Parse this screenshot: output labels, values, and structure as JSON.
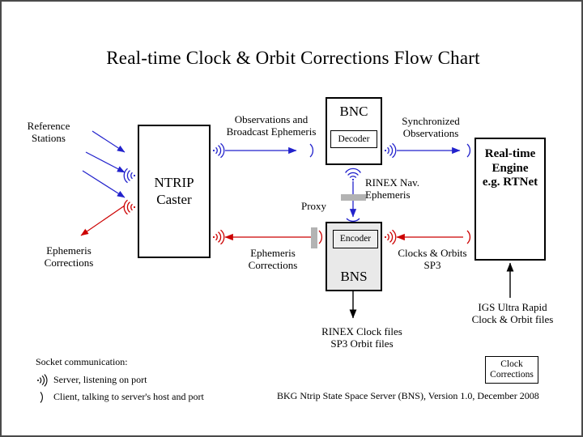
{
  "title": "Real-time Clock & Orbit Corrections Flow Chart",
  "boxes": {
    "ntrip_caster": {
      "line1": "NTRIP",
      "line2": "Caster"
    },
    "bnc": {
      "label": "BNC",
      "sub": "Decoder"
    },
    "bns": {
      "label": "BNS",
      "sub": "Encoder"
    },
    "rte": {
      "line1": "Real-time",
      "line2": "Engine",
      "line3": "e.g. RTNet",
      "sub_line1": "Clock",
      "sub_line2": "Corrections"
    }
  },
  "labels": {
    "reference_stations": {
      "line1": "Reference",
      "line2": "Stations"
    },
    "ephemeris_corrections_left": {
      "line1": "Ephemeris",
      "line2": "Corrections"
    },
    "observations_broadcast": {
      "line1": "Observations and",
      "line2": "Broadcast Ephemeris"
    },
    "synchronized_observations": {
      "line1": "Synchronized",
      "line2": "Observations"
    },
    "rinex_nav_ephemeris": {
      "line1": "RINEX Nav.",
      "line2": "Ephemeris"
    },
    "proxy": "Proxy",
    "ephemeris_corrections_mid": {
      "line1": "Ephemeris",
      "line2": "Corrections"
    },
    "clocks_orbits_sp3": {
      "line1": "Clocks & Orbits",
      "line2": "SP3"
    },
    "rinex_clock_files": {
      "line1": "RINEX Clock files",
      "line2": "SP3 Orbit files"
    },
    "igs_ultra_rapid": {
      "line1": "IGS Ultra Rapid",
      "line2": "Clock & Orbit files"
    }
  },
  "legend": {
    "caption": "Socket communication:",
    "server": "Server, listening on port",
    "client": "Client, talking to server's host and port"
  },
  "footer": "BKG Ntrip State Space Server (BNS), Version 1.0, December 2008",
  "colors": {
    "observation_flow": "#2222cc",
    "corrections_flow": "#cc0000",
    "file_flow": "#000000",
    "proxy_bar": "#b3b3b3",
    "bns_fill": "#e9e9e9",
    "frame_border": "#4a4a4a"
  }
}
